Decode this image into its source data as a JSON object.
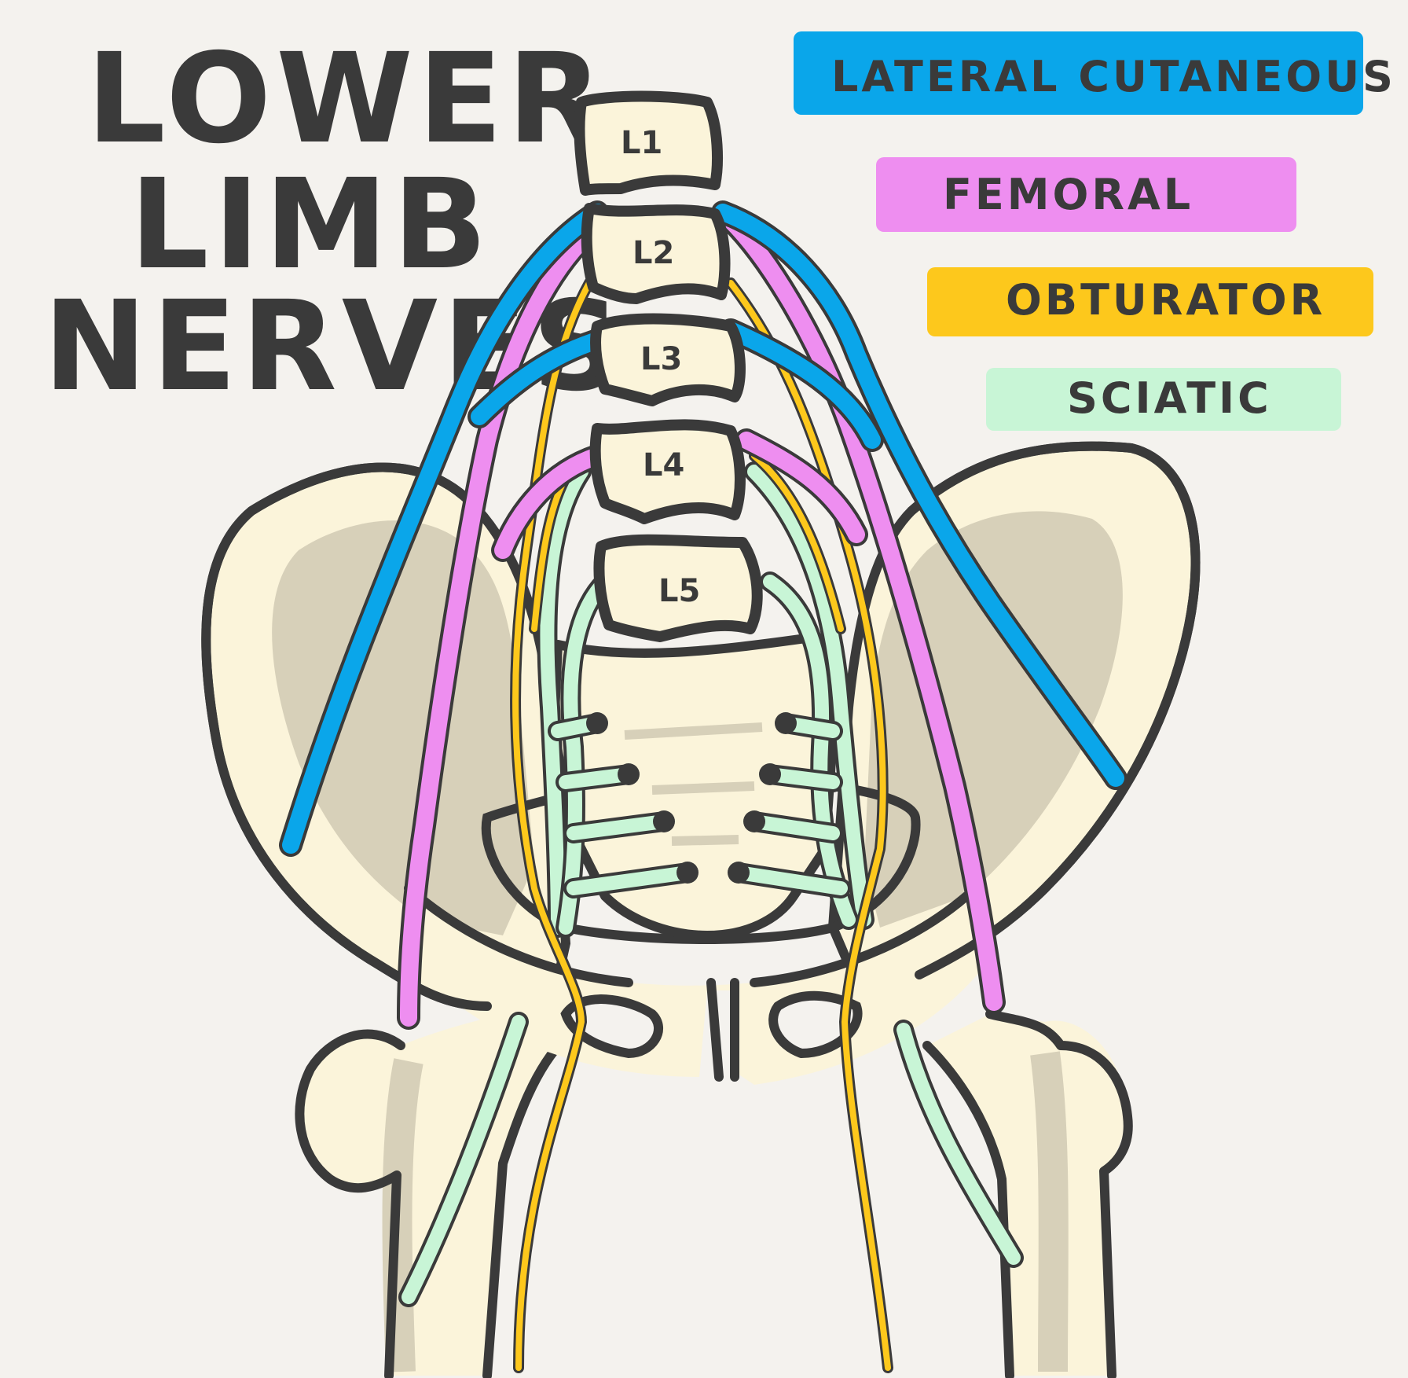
{
  "title": [
    "LOWER",
    "LIMB",
    "NERVES"
  ],
  "legend": [
    {
      "label": "LATERAL CUTANEOUS",
      "color": "#0aa6ea"
    },
    {
      "label": "FEMORAL",
      "color": "#ee8ef0"
    },
    {
      "label": "OBTURATOR",
      "color": "#fdc81c"
    },
    {
      "label": "SCIATIC",
      "color": "#c8f5d6"
    }
  ],
  "vertebrae": [
    "L1",
    "L2",
    "L3",
    "L4",
    "L5"
  ],
  "colors": {
    "background": "#f4f2ee",
    "bone": "#fbf4da",
    "bone_shadow": "#d7d0b9",
    "outline": "#3a3a3a"
  }
}
